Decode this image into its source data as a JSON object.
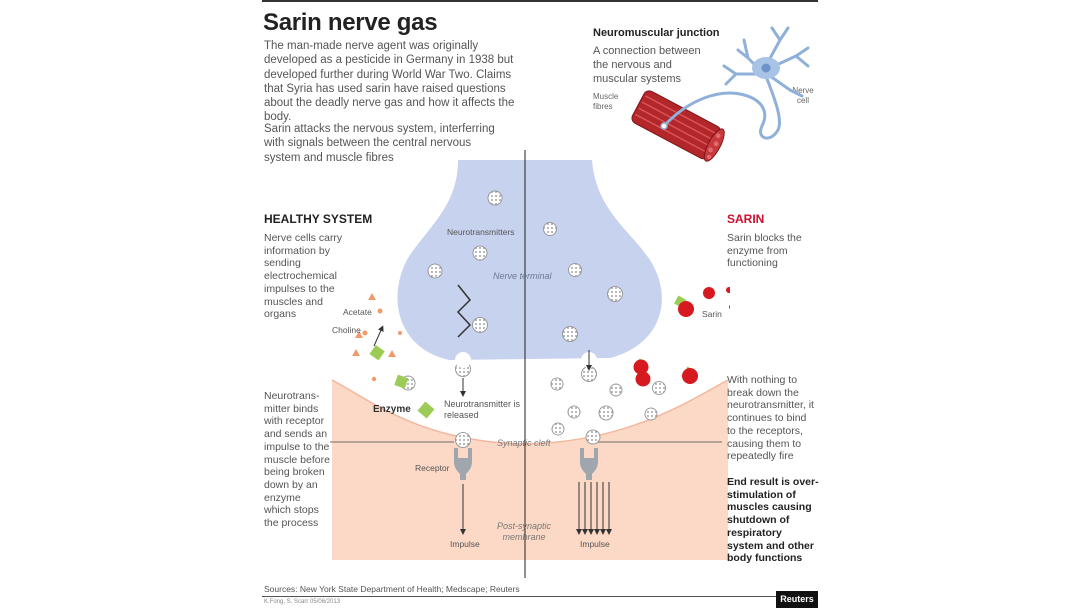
{
  "title": "Sarin nerve gas",
  "intro": "The man-made nerve agent was originally developed as a pesticide in Germany in 1938 but developed further during World War Two. Claims that Syria has used sarin have raised questions about the deadly nerve gas and how it affects the body.",
  "intro2": "Sarin attacks the nervous system, interferring with signals between the central nervous system and muscle fibres",
  "nmj": {
    "title": "Neuromuscular junction",
    "desc": "A connection between the nervous and muscular systems",
    "muscle_label": "Muscle fibres",
    "nerve_label": "Nerve cell"
  },
  "healthy": {
    "title": "HEALTHY SYSTEM",
    "desc": "Nerve cells carry information by sending electrochemical impulses to the muscles and organs",
    "desc2": "Neurotrans-mitter binds with receptor and sends an impulse to the muscle before being broken down by an enzyme which stops the process",
    "acetate": "Acetate",
    "choline": "Choline",
    "enzyme": "Enzyme",
    "released": "Neurotransmitter is released",
    "receptor": "Receptor",
    "impulse": "Impulse"
  },
  "sarin": {
    "title": "SARIN",
    "desc": "Sarin blocks the enzyme from functioning",
    "label": "Sarin",
    "desc2": "With nothing to break down the neurotransmitter, it continues to bind to the receptors, causing them to repeatedly fire",
    "end": "End result is over-stimulation of muscles causing shutdown of respiratory system and other body functions",
    "impulse": "Impulse"
  },
  "center": {
    "neurotransmitters": "Neurotransmitters",
    "nerve_terminal": "Nerve terminal",
    "synaptic_cleft": "Synaptic cleft",
    "post_synaptic": "Post-synaptic membrane"
  },
  "footer": {
    "sources": "Sources: New York State Department of Health; Medscape; Reuters",
    "credit": "K.Fong, S. Scarr 05/06/2013",
    "brand": "Reuters"
  },
  "colors": {
    "terminal": "#c9d3ee",
    "membrane": "#f8d8c8",
    "sarin_red": "#d71920",
    "enzyme_green": "#9ccc55"
  }
}
